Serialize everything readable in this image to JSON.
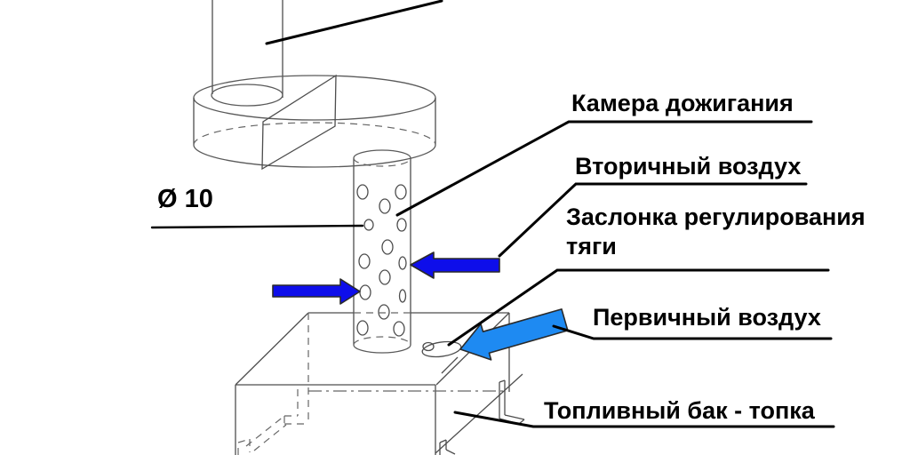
{
  "diagram": {
    "type": "technical-wireframe-stove-diagram",
    "background": "#ffffff",
    "labels": {
      "afterburner": "Камера дожигания",
      "secondary_air": "Вторичный воздух",
      "draft_damper": "Заслонка регулирования тяги",
      "primary_air": "Первичный воздух",
      "fuel_tank": "Топливный бак - топка",
      "hole_diameter": "Ø 10"
    },
    "colors": {
      "secondary_air_arrow": "#0e0eea",
      "primary_air_arrow": "#1e8af2",
      "line": "#4d4d4d",
      "leader": "#000000"
    }
  }
}
